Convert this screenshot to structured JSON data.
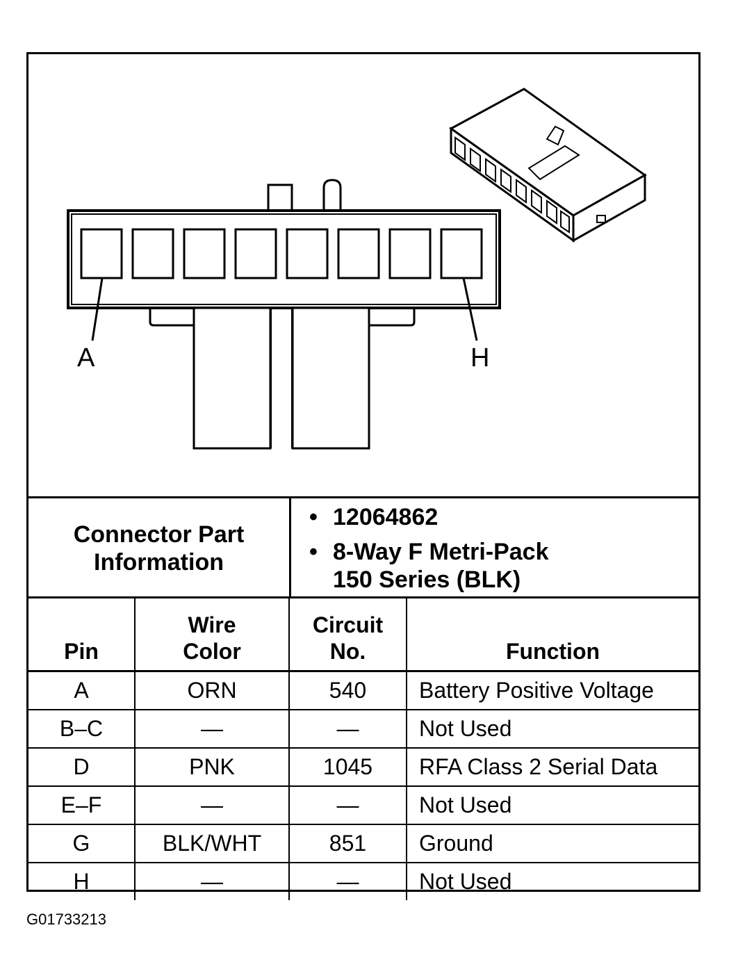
{
  "diagram": {
    "pin_labels": {
      "first": "A",
      "last": "H"
    },
    "front_view_cavities": 8
  },
  "connector_info": {
    "heading": "Connector Part Information",
    "heading_line1": "Connector Part",
    "heading_line2": "Information",
    "part_number": "12064862",
    "description_line1": "8-Way F Metri-Pack",
    "description_line2": "150 Series (BLK)"
  },
  "pin_table": {
    "headers": {
      "pin": "Pin",
      "wire_color_line1": "Wire",
      "wire_color_line2": "Color",
      "circuit_line1": "Circuit",
      "circuit_line2": "No.",
      "function": "Function"
    },
    "rows": [
      {
        "pin": "A",
        "wire_color": "ORN",
        "circuit": "540",
        "function": "Battery Positive Voltage"
      },
      {
        "pin": "B–C",
        "wire_color": "—",
        "circuit": "—",
        "function": "Not Used"
      },
      {
        "pin": "D",
        "wire_color": "PNK",
        "circuit": "1045",
        "function": "RFA Class 2 Serial Data"
      },
      {
        "pin": "E–F",
        "wire_color": "—",
        "circuit": "—",
        "function": "Not Used"
      },
      {
        "pin": "G",
        "wire_color": "BLK/WHT",
        "circuit": "851",
        "function": "Ground"
      },
      {
        "pin": "H",
        "wire_color": "—",
        "circuit": "—",
        "function": "Not Used"
      }
    ]
  },
  "figure_id": "G01733213"
}
